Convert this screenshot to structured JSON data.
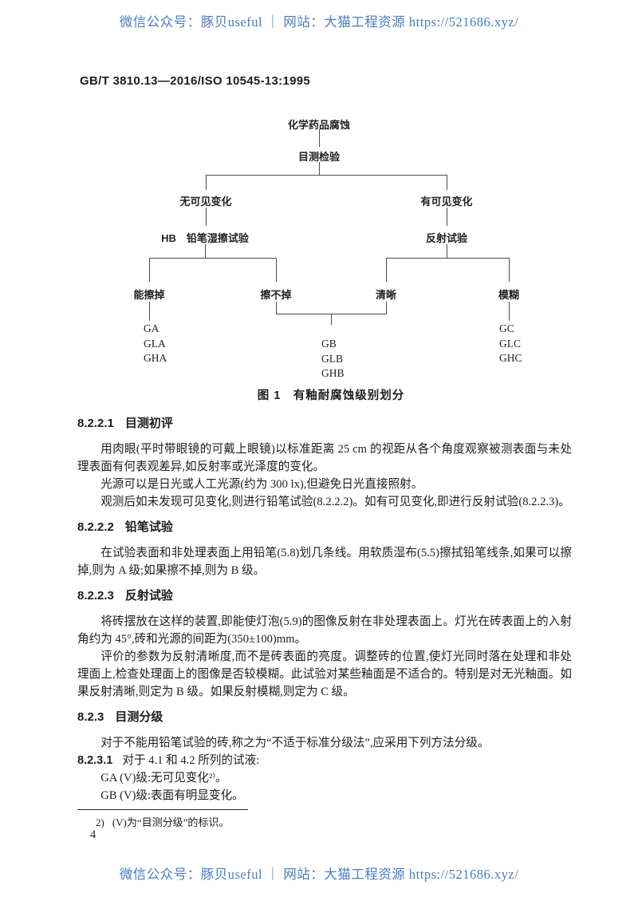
{
  "watermark": {
    "text": "微信公众号：豚贝useful ｜ 网站：大猫工程资源 https://521686.xyz/",
    "color": "#4a7cc2"
  },
  "header": {
    "doc_number": "GB/T 3810.13—2016/ISO 10545-13:1995"
  },
  "flowchart": {
    "root": "化学药品腐蚀",
    "visual_inspection": "目测检验",
    "no_visible_change": "无可见变化",
    "visible_change": "有可见变化",
    "pencil_test": "HB　铅笔湿擦试验",
    "reflection_test": "反射试验",
    "can_wipe_off": "能擦掉",
    "cannot_wipe_off": "擦不掉",
    "clear": "清晰",
    "blurred": "模糊",
    "class_a": [
      "GA",
      "GLA",
      "GHA"
    ],
    "class_b": [
      "GB",
      "GLB",
      "GHB"
    ],
    "class_c": [
      "GC",
      "GLC",
      "GHC"
    ],
    "caption": "图 1　有釉耐腐蚀级别划分"
  },
  "sections": {
    "s8221": {
      "number": "8.2.2.1",
      "title": "目测初评",
      "paragraphs": [
        "用肉眼(平时带眼镜的可戴上眼镜)以标准距离 25 cm 的视距从各个角度观察被测表面与未处理表面有何表观差异,如反射率或光泽度的变化。",
        "光源可以是日光或人工光源(约为 300 lx),但避免日光直接照射。",
        "观测后如未发现可见变化,则进行铅笔试验(8.2.2.2)。如有可见变化,即进行反射试验(8.2.2.3)。"
      ]
    },
    "s8222": {
      "number": "8.2.2.2",
      "title": "铅笔试验",
      "paragraphs": [
        "在试验表面和非处理表面上用铅笔(5.8)划几条线。用软质湿布(5.5)擦拭铅笔线条,如果可以擦掉,则为 A 级;如果擦不掉,则为 B 级。"
      ]
    },
    "s8223": {
      "number": "8.2.2.3",
      "title": "反射试验",
      "paragraphs": [
        "将砖摆放在这样的装置,即能使灯泡(5.9)的图像反射在非处理表面上。灯光在砖表面上的入射角约为 45°,砖和光源的间距为(350±100)mm。",
        "评价的参数为反射清晰度,而不是砖表面的亮度。调整砖的位置,使灯光同时落在处理和非处理面上,检查处理面上的图像是否较模糊。此试验对某些釉面是不适合的。特别是对无光釉面。如果反射清晰,则定为 B 级。如果反射模糊,则定为 C 级。"
      ]
    },
    "s823": {
      "number": "8.2.3",
      "title": "目测分级",
      "paragraphs": [
        "对于不能用铅笔试验的砖,称之为“不适于标准分级法”,应采用下列方法分级。"
      ]
    },
    "s8231": {
      "number": "8.2.3.1",
      "intro": "对于 4.1 和 4.2 所列的试液:",
      "items": [
        "GA (V)级:无可见变化²⁾。",
        "GB (V)级:表面有明显变化。"
      ]
    }
  },
  "footnote": {
    "marker": "2)",
    "text": "(V)为“目测分级”的标识。"
  },
  "page_number": "4"
}
